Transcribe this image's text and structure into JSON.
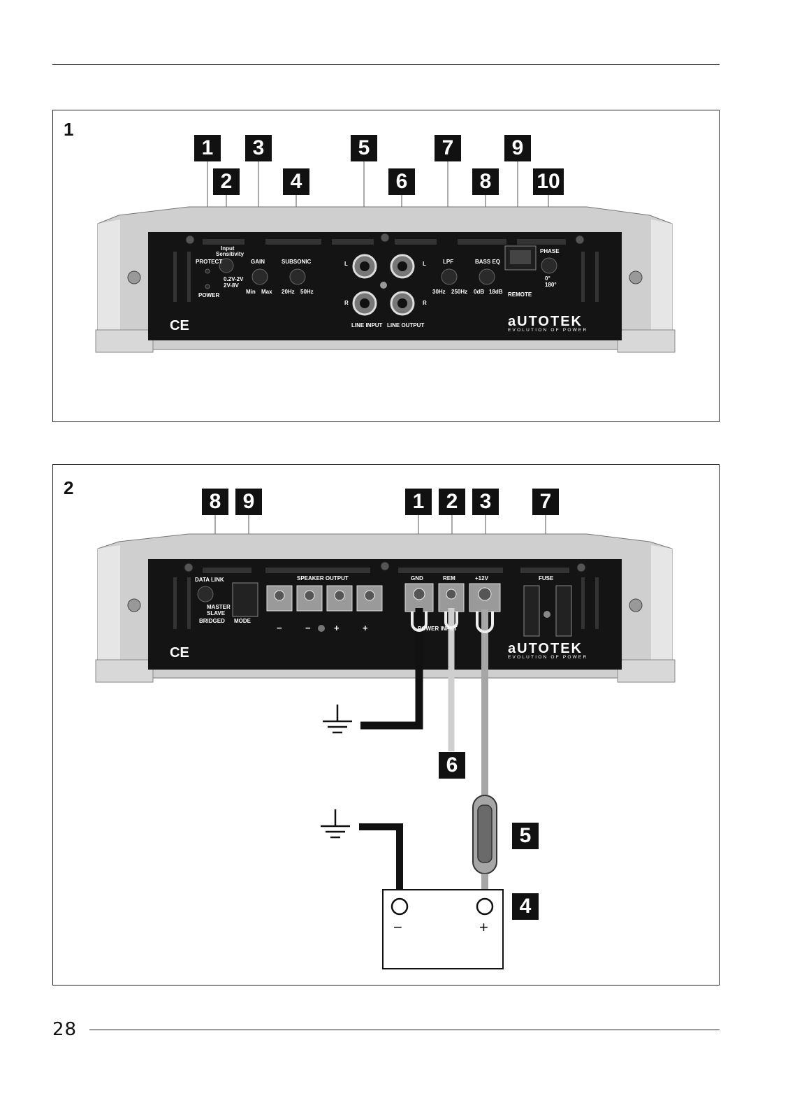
{
  "page_number": "28",
  "figure1": {
    "number": "1",
    "callouts": [
      "1",
      "2",
      "3",
      "4",
      "5",
      "6",
      "7",
      "8",
      "9",
      "10"
    ],
    "panel": {
      "protect": "PROTECT",
      "power": "POWER",
      "input_sensitivity_1": "Input",
      "input_sensitivity_2": "Sensitivity",
      "sens_a": "0.2V-2V",
      "sens_b": "2V-8V",
      "gain": "GAIN",
      "gain_min": "Min",
      "gain_max": "Max",
      "subsonic": "SUBSONIC",
      "sub_a": "20Hz",
      "sub_b": "50Hz",
      "l": "L",
      "r": "R",
      "line_input": "LINE INPUT",
      "line_output": "LINE OUTPUT",
      "lpf": "LPF",
      "lpf_a": "30Hz",
      "lpf_b": "250Hz",
      "bass_eq": "BASS EQ",
      "beq_a": "0dB",
      "beq_b": "18dB",
      "remote": "REMOTE",
      "phase": "PHASE",
      "phase_a": "0°",
      "phase_b": "180°",
      "ce": "CE",
      "brand": "aUTOTEK",
      "tagline": "EVOLUTION OF POWER"
    }
  },
  "figure2": {
    "number": "2",
    "callouts": [
      "8",
      "9",
      "1",
      "2",
      "3",
      "7",
      "6",
      "5",
      "4"
    ],
    "panel": {
      "data_link": "DATA LINK",
      "master": "MASTER",
      "slave": "SLAVE",
      "bridged": "BRIDGED",
      "mode": "MODE",
      "speaker_output": "SPEAKER OUTPUT",
      "minus": "−",
      "plus": "+",
      "gnd": "GND",
      "rem": "REM",
      "plus12v": "+12V",
      "power_input": "POWER INPUT",
      "fuse": "FUSE",
      "ce": "CE",
      "brand": "aUTOTEK",
      "tagline": "EVOLUTION OF POWER"
    },
    "battery": {
      "minus": "−",
      "plus": "+"
    }
  },
  "colors": {
    "ink": "#111111",
    "panel": "#141414",
    "chassis": "#c9c9c9",
    "wire_pos": "#a6a6a6",
    "wire_rem": "#cfcfcf"
  }
}
